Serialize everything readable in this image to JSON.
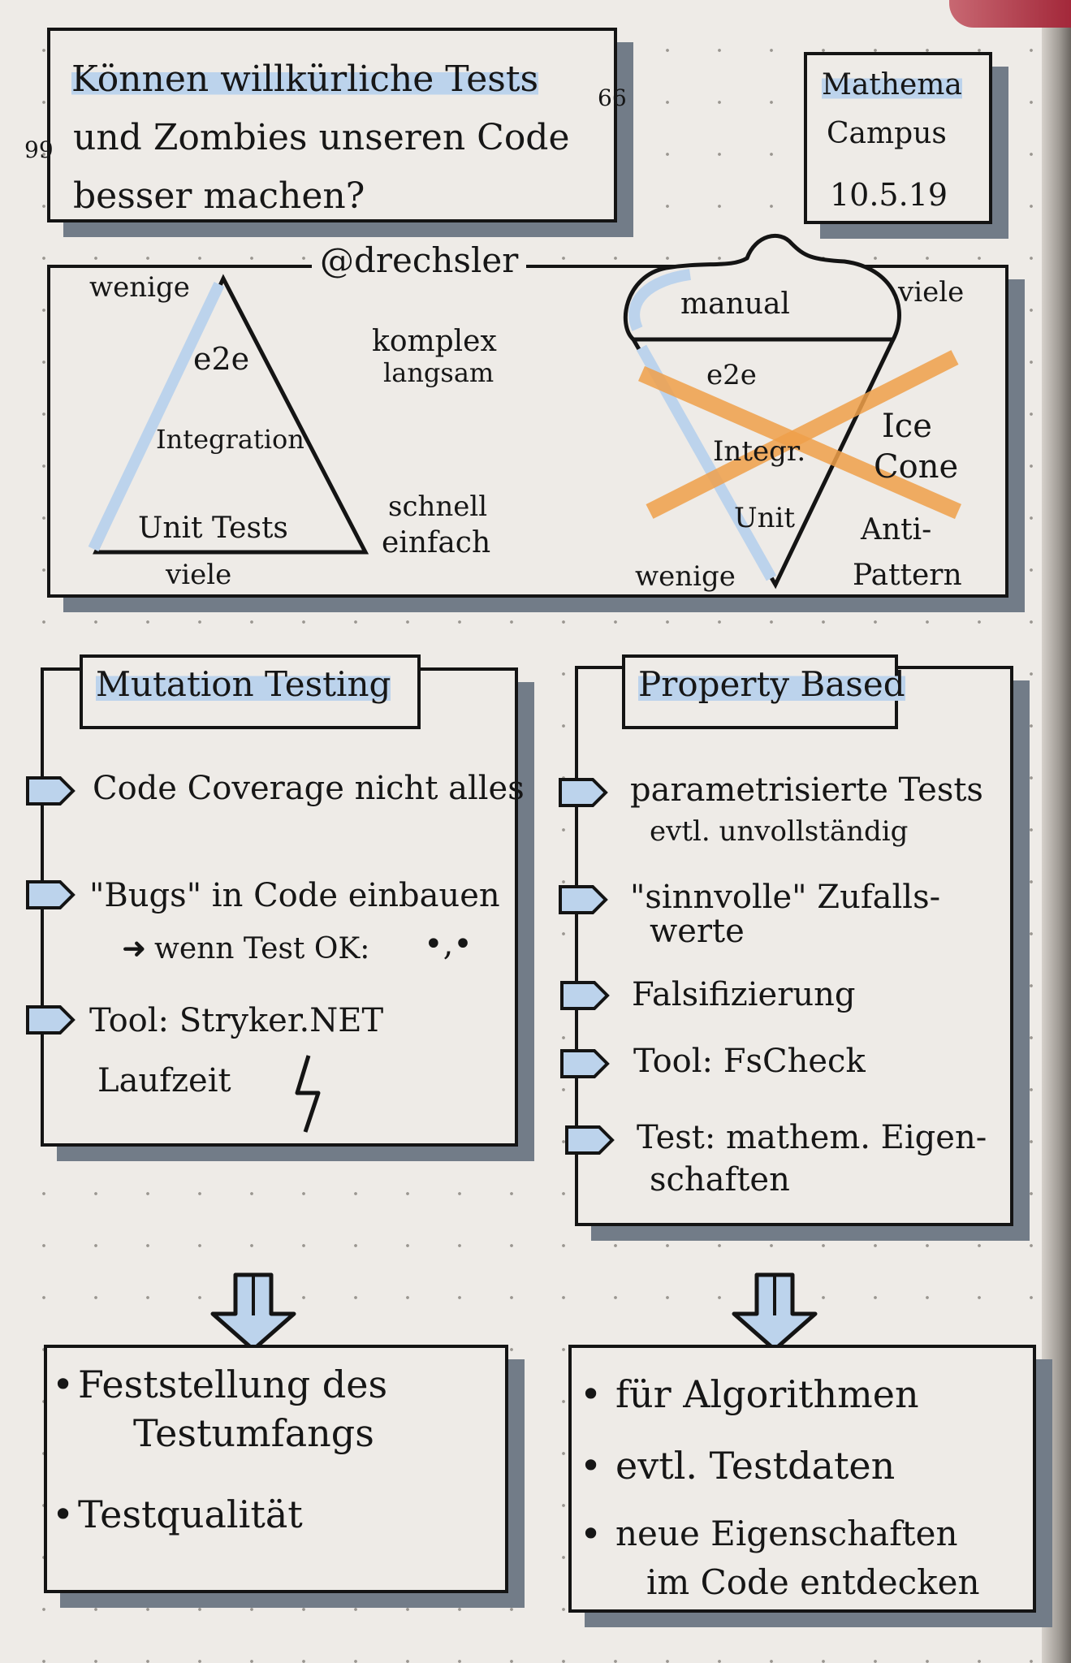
{
  "title": {
    "line1": "Können willkürliche Tests",
    "line2": "und Zombies unseren Code",
    "line3": "besser machen?",
    "open_quote": "99",
    "close_quote": "66"
  },
  "event": {
    "line1": "Mathema",
    "line2": "Campus",
    "date": "10.5.19"
  },
  "speaker": "@drechsler",
  "pyramid": {
    "top_label": "wenige",
    "bottom_label": "viele",
    "layers": [
      "e2e",
      "Integration",
      "Unit Tests"
    ],
    "top_note": [
      "komplex",
      "langsam"
    ],
    "bottom_note": [
      "schnell",
      "einfach"
    ]
  },
  "ice_cone": {
    "layers": [
      "manual",
      "e2e",
      "Integr.",
      "Unit"
    ],
    "top_label": "viele",
    "bottom_label": "wenige",
    "name": [
      "Ice",
      "Cone"
    ],
    "anti": [
      "Anti-",
      "Pattern"
    ]
  },
  "mutation": {
    "heading": "Mutation Testing",
    "items": [
      "Code Coverage nicht alles",
      "\"Bugs\" in Code einbauen",
      "Tool: Stryker.NET"
    ],
    "sub_item": "wenn Test OK:",
    "face": "•,•",
    "runtime": "Laufzeit",
    "results": [
      "Feststellung des",
      "Testumfangs",
      "Testqualität"
    ]
  },
  "property": {
    "heading": "Property Based",
    "items": [
      [
        "parametrisierte Tests",
        "evtl. unvollständig"
      ],
      [
        "\"sinnvolle\" Zufalls-",
        "werte"
      ],
      [
        "Falsifizierung"
      ],
      [
        "Tool: FsCheck"
      ],
      [
        "Test: mathem. Eigen-",
        "schaften"
      ]
    ],
    "results": [
      [
        "für Algorithmen"
      ],
      [
        "evtl. Testdaten"
      ],
      [
        "neue Eigenschaften",
        "im Code entdecken"
      ]
    ]
  },
  "colors": {
    "ink": "#141414",
    "highlight_blue": "#bcd3ec",
    "shadow_gray": "#727c88",
    "cross_orange": "#f0a04a",
    "paper": "#eeebe7"
  }
}
